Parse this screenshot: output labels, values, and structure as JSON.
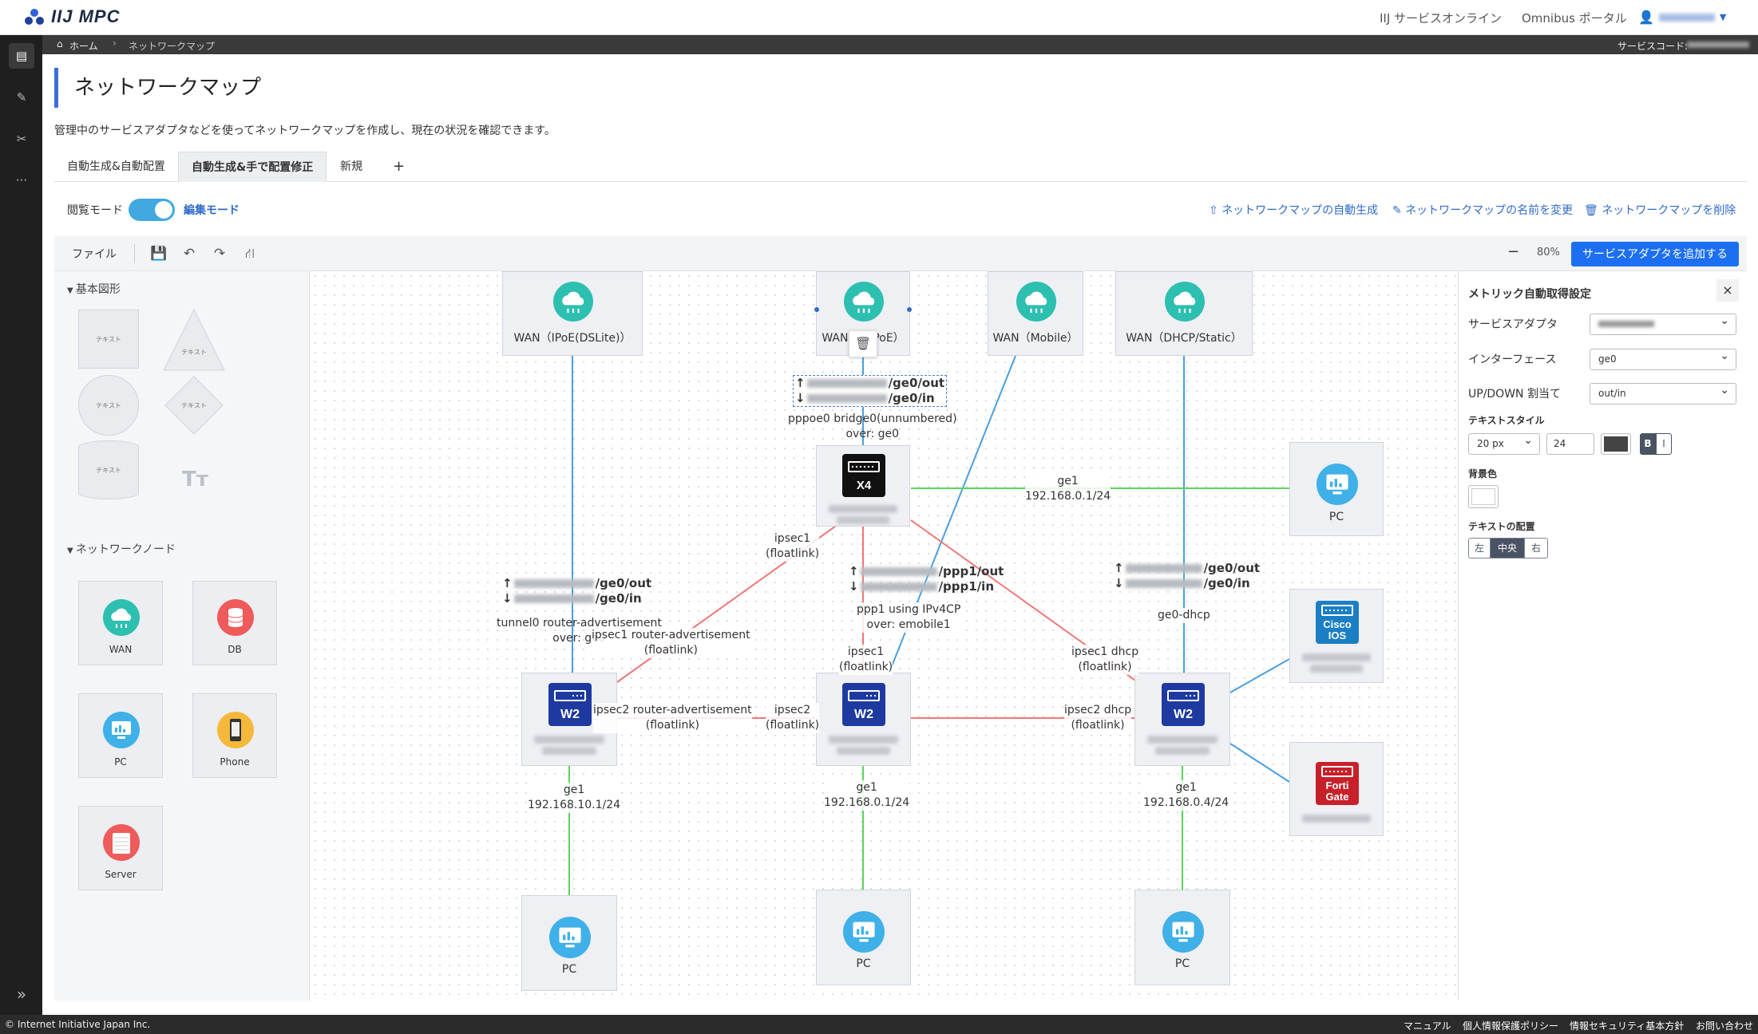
{
  "app": {
    "name": "IIJ MPC"
  },
  "header": {
    "links": [
      "IIJ サービスオンライン",
      "Omnibus ポータル"
    ]
  },
  "breadcrumb": {
    "home": "ホーム",
    "current": "ネットワークマップ",
    "service_code_label": "サービスコード:"
  },
  "page": {
    "title": "ネットワークマップ",
    "description": "管理中のサービスアダプタなどを使ってネットワークマップを作成し、現在の状況を確認できます。"
  },
  "tabs": [
    "自動生成&自動配置",
    "自動生成&手で配置修正",
    "新規",
    "+"
  ],
  "mode": {
    "view": "閲覧モード",
    "edit": "編集モード"
  },
  "actions": {
    "autogen": "ネットワークマップの自動生成",
    "rename": "ネットワークマップの名前を変更",
    "delete": "ネットワークマップを削除"
  },
  "toolbar": {
    "file": "ファイル",
    "zoom_minus": "−",
    "zoom": "80%",
    "zoom_plus": "+",
    "add_adapter": "サービスアダプタを追加する"
  },
  "palette": {
    "basic_header": "基本図形",
    "shape_text": "テキスト",
    "text_tool": "Tт",
    "network_header": "ネットワークノード",
    "nodes": [
      "WAN",
      "DB",
      "PC",
      "Phone",
      "Server"
    ]
  },
  "map": {
    "wans": [
      "WAN（IPoE(DSLite)）",
      "WAN（PPPoE）",
      "WAN（Mobile）",
      "WAN（DHCP/Static）"
    ],
    "devices": {
      "x4": "X4",
      "w2": "W2",
      "cisco": [
        "Cisco",
        "IOS"
      ],
      "forti": [
        "Forti",
        "Gate"
      ]
    },
    "pc": "PC",
    "traffic": {
      "t1_out": "/ge0/out",
      "t1_in": "/ge0/in",
      "t2_out": "/ge0/out",
      "t2_in": "/ge0/in",
      "t3_out": "/ppp1/out",
      "t3_in": "/ppp1/in",
      "t4_out": "/ge0/out",
      "t4_in": "/ge0/in"
    },
    "edges": {
      "pppoe": "pppoe0 bridge0(unnumbered)",
      "pppoe_over": "over: ge0",
      "ge1_pc": "ge1",
      "ge1_pc_ip": "192.168.0.1/24",
      "ipsec1_a": "ipsec1",
      "floatlink": "(floatlink)",
      "ppp1": "ppp1 using IPv4CP",
      "ppp1_over": "over: emobile1",
      "geodhcp": "ge0-dhcp",
      "tunnel0": "tunnel0 router-advertisement",
      "tunnel0_over": "over: ge0",
      "ipsec1_ra": "ipsec1 router-advertisement",
      "ipsec1_mid": "ipsec1",
      "ipsec1_dhcp": "ipsec1 dhcp",
      "ipsec2_ra": "ipsec2 router-advertisement",
      "ipsec2_mid": "ipsec2",
      "ipsec2_dhcp": "ipsec2 dhcp",
      "ge1": "ge1",
      "ip_left": "192.168.10.1/24",
      "ip_mid": "192.168.0.1/24",
      "ip_right": "192.168.0.4/24"
    }
  },
  "props": {
    "title": "メトリック自動取得設定",
    "close": "×",
    "adapter_label": "サービスアダプタ",
    "interface_label": "インターフェース",
    "interface_value": "ge0",
    "updown_label": "UP/DOWN 割当て",
    "updown_value": "out/in",
    "text_style_label": "テキストスタイル",
    "font_size": "20 px",
    "line_height": "24",
    "bold": "B",
    "italic": "I",
    "bg_label": "背景色",
    "align_label": "テキストの配置",
    "align": [
      "左",
      "中央",
      "右"
    ]
  },
  "footer": {
    "copyright": "© Internet Initiative Japan Inc.",
    "links": [
      "マニュアル",
      "個人情報保護ポリシー",
      "情報セキュリティ基本方針",
      "お問い合わせ"
    ]
  },
  "colors": {
    "accent": "#1d6ff2",
    "teal": "#2dbfb0",
    "device_blue": "#1e3aa0",
    "red_line": "#f07676",
    "green_line": "#5ad45a",
    "blue_line": "#4a9fe0"
  }
}
